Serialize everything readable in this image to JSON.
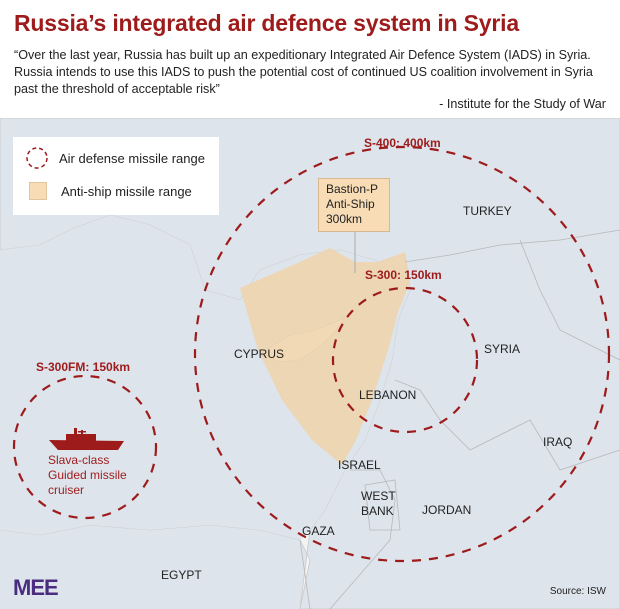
{
  "header": {
    "title": "Russia’s integrated air defence system in Syria",
    "quote": "“Over the last year, Russia has built up an expeditionary Integrated Air Defence System (IADS) in Syria. Russia intends to use this IADS to push the potential cost of continued US coalition involvement in Syria past the threshold of acceptable risk”",
    "attribution": "- Institute for the Study of War"
  },
  "legend": {
    "air_defense": "Air defense missile range",
    "anti_ship": "Anti-ship missile range"
  },
  "ranges": {
    "s400": "S-400: 400km",
    "s300": "S-300: 150km",
    "s300fm": "S-300FM: 150km",
    "bastion": [
      "Bastion-P",
      "Anti-Ship",
      "300km"
    ]
  },
  "ship": [
    "Slava-class",
    "Guided missile",
    "cruiser"
  ],
  "countries": {
    "turkey": "TURKEY",
    "syria": "SYRIA",
    "iraq": "IRAQ",
    "cyprus": "CYPRUS",
    "lebanon": "LEBANON",
    "israel": "ISRAEL",
    "west_bank": [
      "WEST",
      "BANK"
    ],
    "jordan": "JORDAN",
    "gaza": "GAZA",
    "egypt": "EGYPT"
  },
  "footer": {
    "logo": "MEE",
    "source": "Source: ISW"
  },
  "colors": {
    "accent": "#9e1b1b",
    "anti_ship": "#f7dcb6",
    "sea": "#dde4ec",
    "land": "#f3f3f3"
  }
}
